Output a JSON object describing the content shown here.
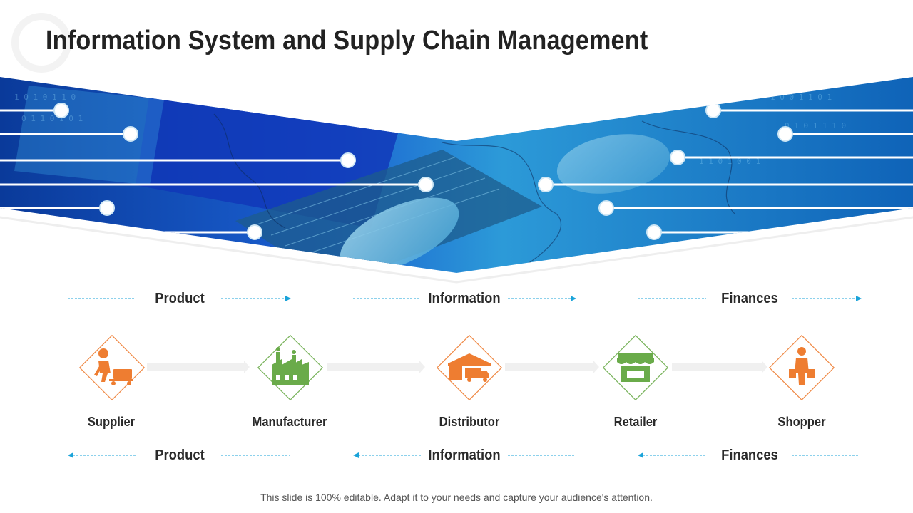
{
  "title": "Information System and Supply Chain Management",
  "banner": {
    "image": "laptop-typing-world-map-photo"
  },
  "flow_top": {
    "direction": "forward",
    "items": [
      {
        "label": "Product"
      },
      {
        "label": "Information"
      },
      {
        "label": "Finances"
      }
    ]
  },
  "nodes": [
    {
      "label": "Supplier",
      "icon": "worker-with-cart-icon",
      "color": "#ee7d31"
    },
    {
      "label": "Manufacturer",
      "icon": "factory-icon",
      "color": "#6aab4a"
    },
    {
      "label": "Distributor",
      "icon": "warehouse-truck-icon",
      "color": "#ee7d31"
    },
    {
      "label": "Retailer",
      "icon": "storefront-icon",
      "color": "#6aab4a"
    },
    {
      "label": "Shopper",
      "icon": "shopper-with-bags-icon",
      "color": "#ee7d31"
    }
  ],
  "flow_bottom": {
    "direction": "backward",
    "items": [
      {
        "label": "Product"
      },
      {
        "label": "Information"
      },
      {
        "label": "Finances"
      }
    ]
  },
  "footer": "This slide is 100% editable. Adapt it to your needs and capture your audience's attention.",
  "colors": {
    "accent_blue": "#1aa3d9",
    "orange": "#ee7d31",
    "green": "#6aab4a",
    "title": "#222222"
  }
}
